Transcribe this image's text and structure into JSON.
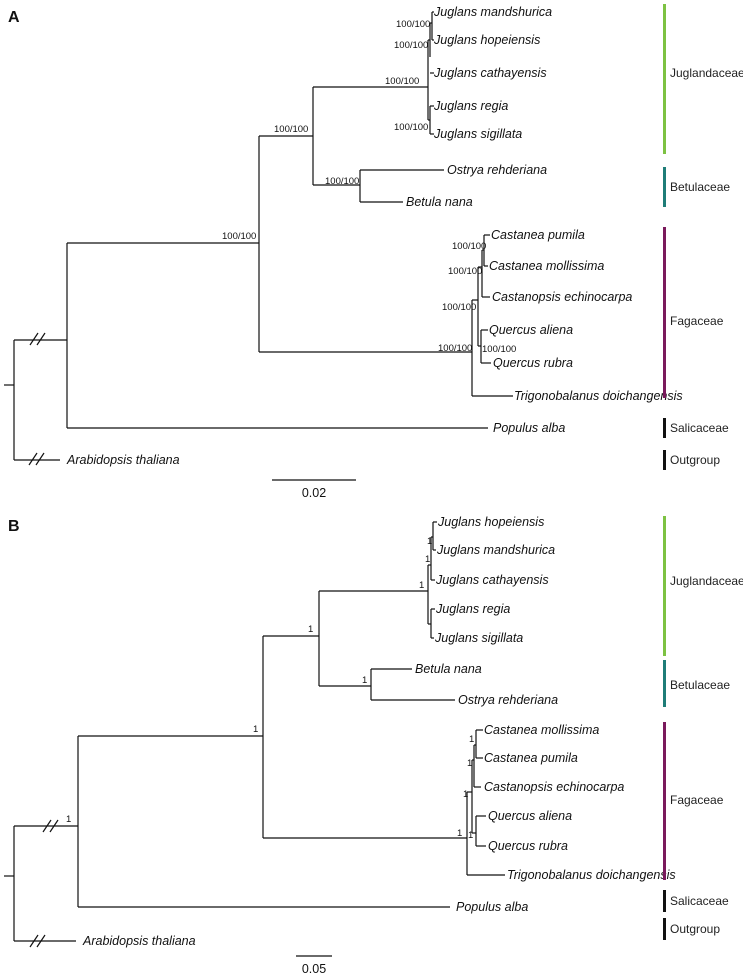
{
  "panel_a": {
    "label": "A",
    "taxa": {
      "juglans_mandshurica": "Juglans mandshurica",
      "juglans_hopeiensis": "Juglans hopeiensis",
      "juglans_cathayensis": "Juglans cathayensis",
      "juglans_regia": "Juglans regia",
      "juglans_sigillata": "Juglans sigillata",
      "ostrya_rehderiana": "Ostrya rehderiana",
      "betula_nana": "Betula nana",
      "castanea_pumila": "Castanea pumila",
      "castanea_mollissima": "Castanea mollissima",
      "castanopsis_echinocarpa": "Castanopsis echinocarpa",
      "quercus_aliena": "Quercus aliena",
      "quercus_rubra": "Quercus rubra",
      "trigonobalanus": "Trigonobalanus doichangensis",
      "populus_alba": "Populus alba",
      "arabidopsis": "Arabidopsis thaliana"
    },
    "support": {
      "s1": "100/100",
      "s2": "100/100",
      "s3": "100/100",
      "s4": "100/100",
      "s5": "100/100",
      "s6": "100/100",
      "s7": "100/100",
      "s8": "100/100",
      "s9": "100/100",
      "s10": "100/100",
      "s11": "100/100",
      "s12": "100/100"
    },
    "families": {
      "juglandaceae": "Juglandaceae",
      "betulaceae": "Betulaceae",
      "fagaceae": "Fagaceae",
      "salicaceae": "Salicaceae",
      "outgroup": "Outgroup"
    },
    "scale": "0.02"
  },
  "panel_b": {
    "label": "B",
    "taxa": {
      "juglans_hopeiensis": "Juglans hopeiensis",
      "juglans_mandshurica": "Juglans mandshurica",
      "juglans_cathayensis": "Juglans cathayensis",
      "juglans_regia": "Juglans regia",
      "juglans_sigillata": "Juglans sigillata",
      "betula_nana": "Betula nana",
      "ostrya_rehderiana": "Ostrya rehderiana",
      "castanea_mollissima": "Castanea mollissima",
      "castanea_pumila": "Castanea pumila",
      "castanopsis_echinocarpa": "Castanopsis echinocarpa",
      "quercus_aliena": "Quercus aliena",
      "quercus_rubra": "Quercus rubra",
      "trigonobalanus": "Trigonobalanus doichangensis",
      "populus_alba": "Populus alba",
      "arabidopsis": "Arabidopsis thaliana"
    },
    "support": {
      "s1": "1",
      "s2": "1",
      "s3": "1",
      "s4": "1",
      "s5": "1",
      "s6": "1",
      "s7": "1",
      "s8": "1",
      "s9": "1",
      "s10": "1",
      "s11": "1",
      "s12": "1"
    },
    "families": {
      "juglandaceae": "Juglandaceae",
      "betulaceae": "Betulaceae",
      "fagaceae": "Fagaceae",
      "salicaceae": "Salicaceae",
      "outgroup": "Outgroup"
    },
    "scale": "0.05"
  },
  "colors": {
    "juglandaceae": "#7dc242",
    "betulaceae": "#1f7d78",
    "fagaceae": "#7a1a5c",
    "salicaceae": "#111111",
    "outgroup": "#111111"
  }
}
